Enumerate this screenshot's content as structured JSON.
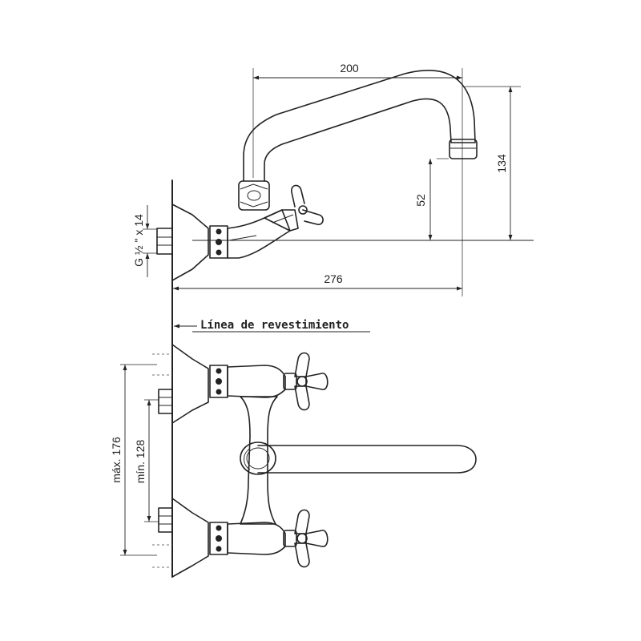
{
  "dimensions": {
    "spout_reach": "200",
    "spout_height": "134",
    "outlet_height": "52",
    "total_projection": "276",
    "thread": "G ½ \" x 14",
    "max_spacing": "máx. 176",
    "min_spacing": "mín. 128"
  },
  "labels": {
    "wall_line": "Línea de revestimiento"
  }
}
